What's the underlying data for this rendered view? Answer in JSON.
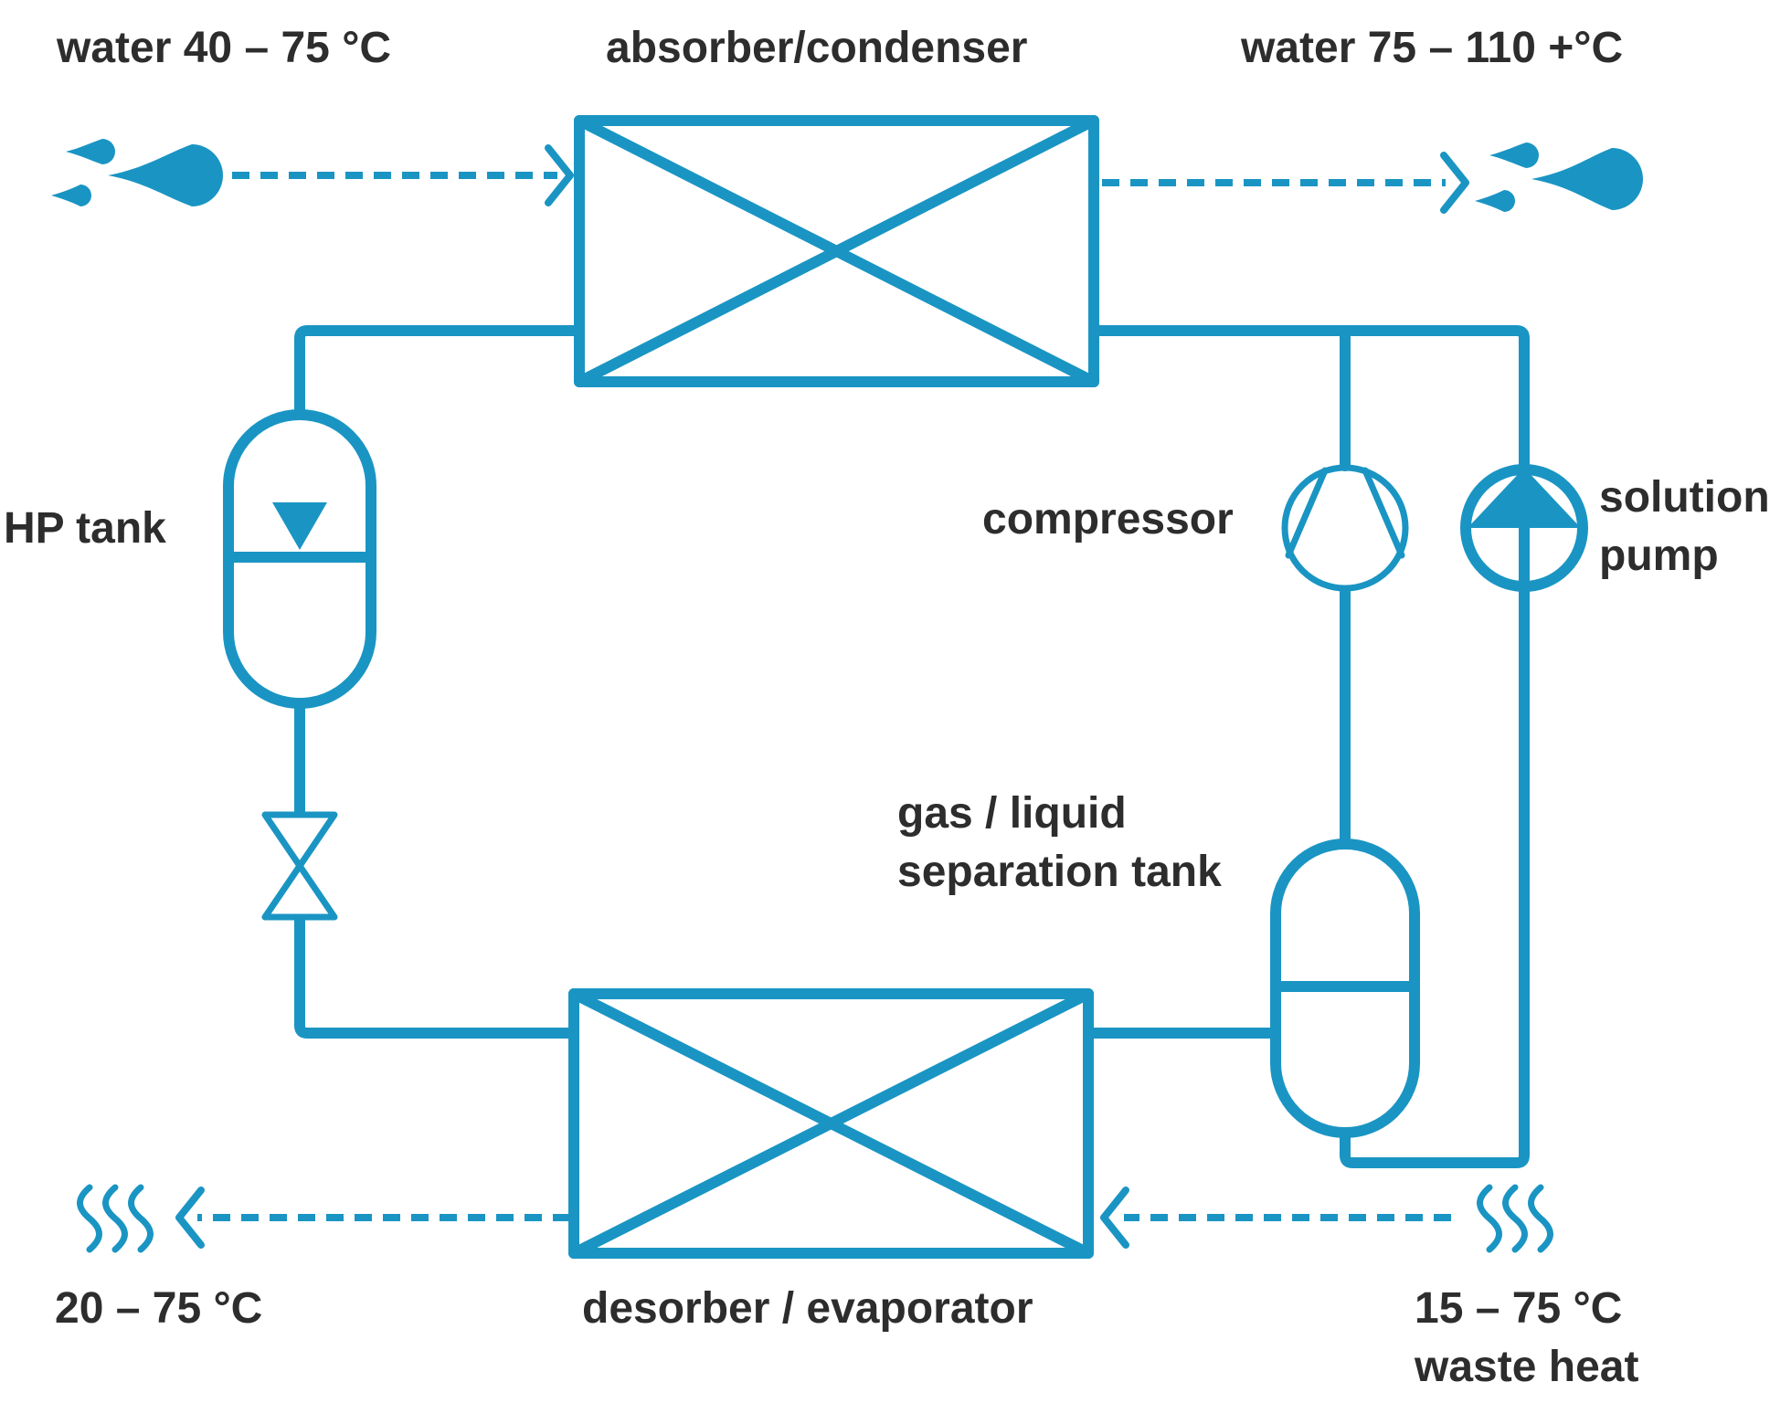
{
  "colors": {
    "line": "#1a95c3",
    "text": "#2d2d2d",
    "background": "#ffffff"
  },
  "labels": {
    "water_in": "water 40 – 75 °C",
    "absorber": "absorber/condenser",
    "water_out": "water 75  –  110 +°C",
    "hp_tank": "HP tank",
    "compressor": "compressor",
    "solution_pump_line1": "solution",
    "solution_pump_line2": "pump",
    "separator_line1": "gas / liquid",
    "separator_line2": "separation tank",
    "desorber": "desorber / evaporator",
    "heat_out": "20 – 75 °C",
    "waste_heat_line1": "15 – 75 °C",
    "waste_heat_line2": "waste heat"
  },
  "icons": [
    "water-drop-icon",
    "heat-wave-icon",
    "expansion-valve-icon",
    "compressor-icon",
    "pump-icon",
    "tank-icon",
    "heat-exchanger-icon"
  ]
}
